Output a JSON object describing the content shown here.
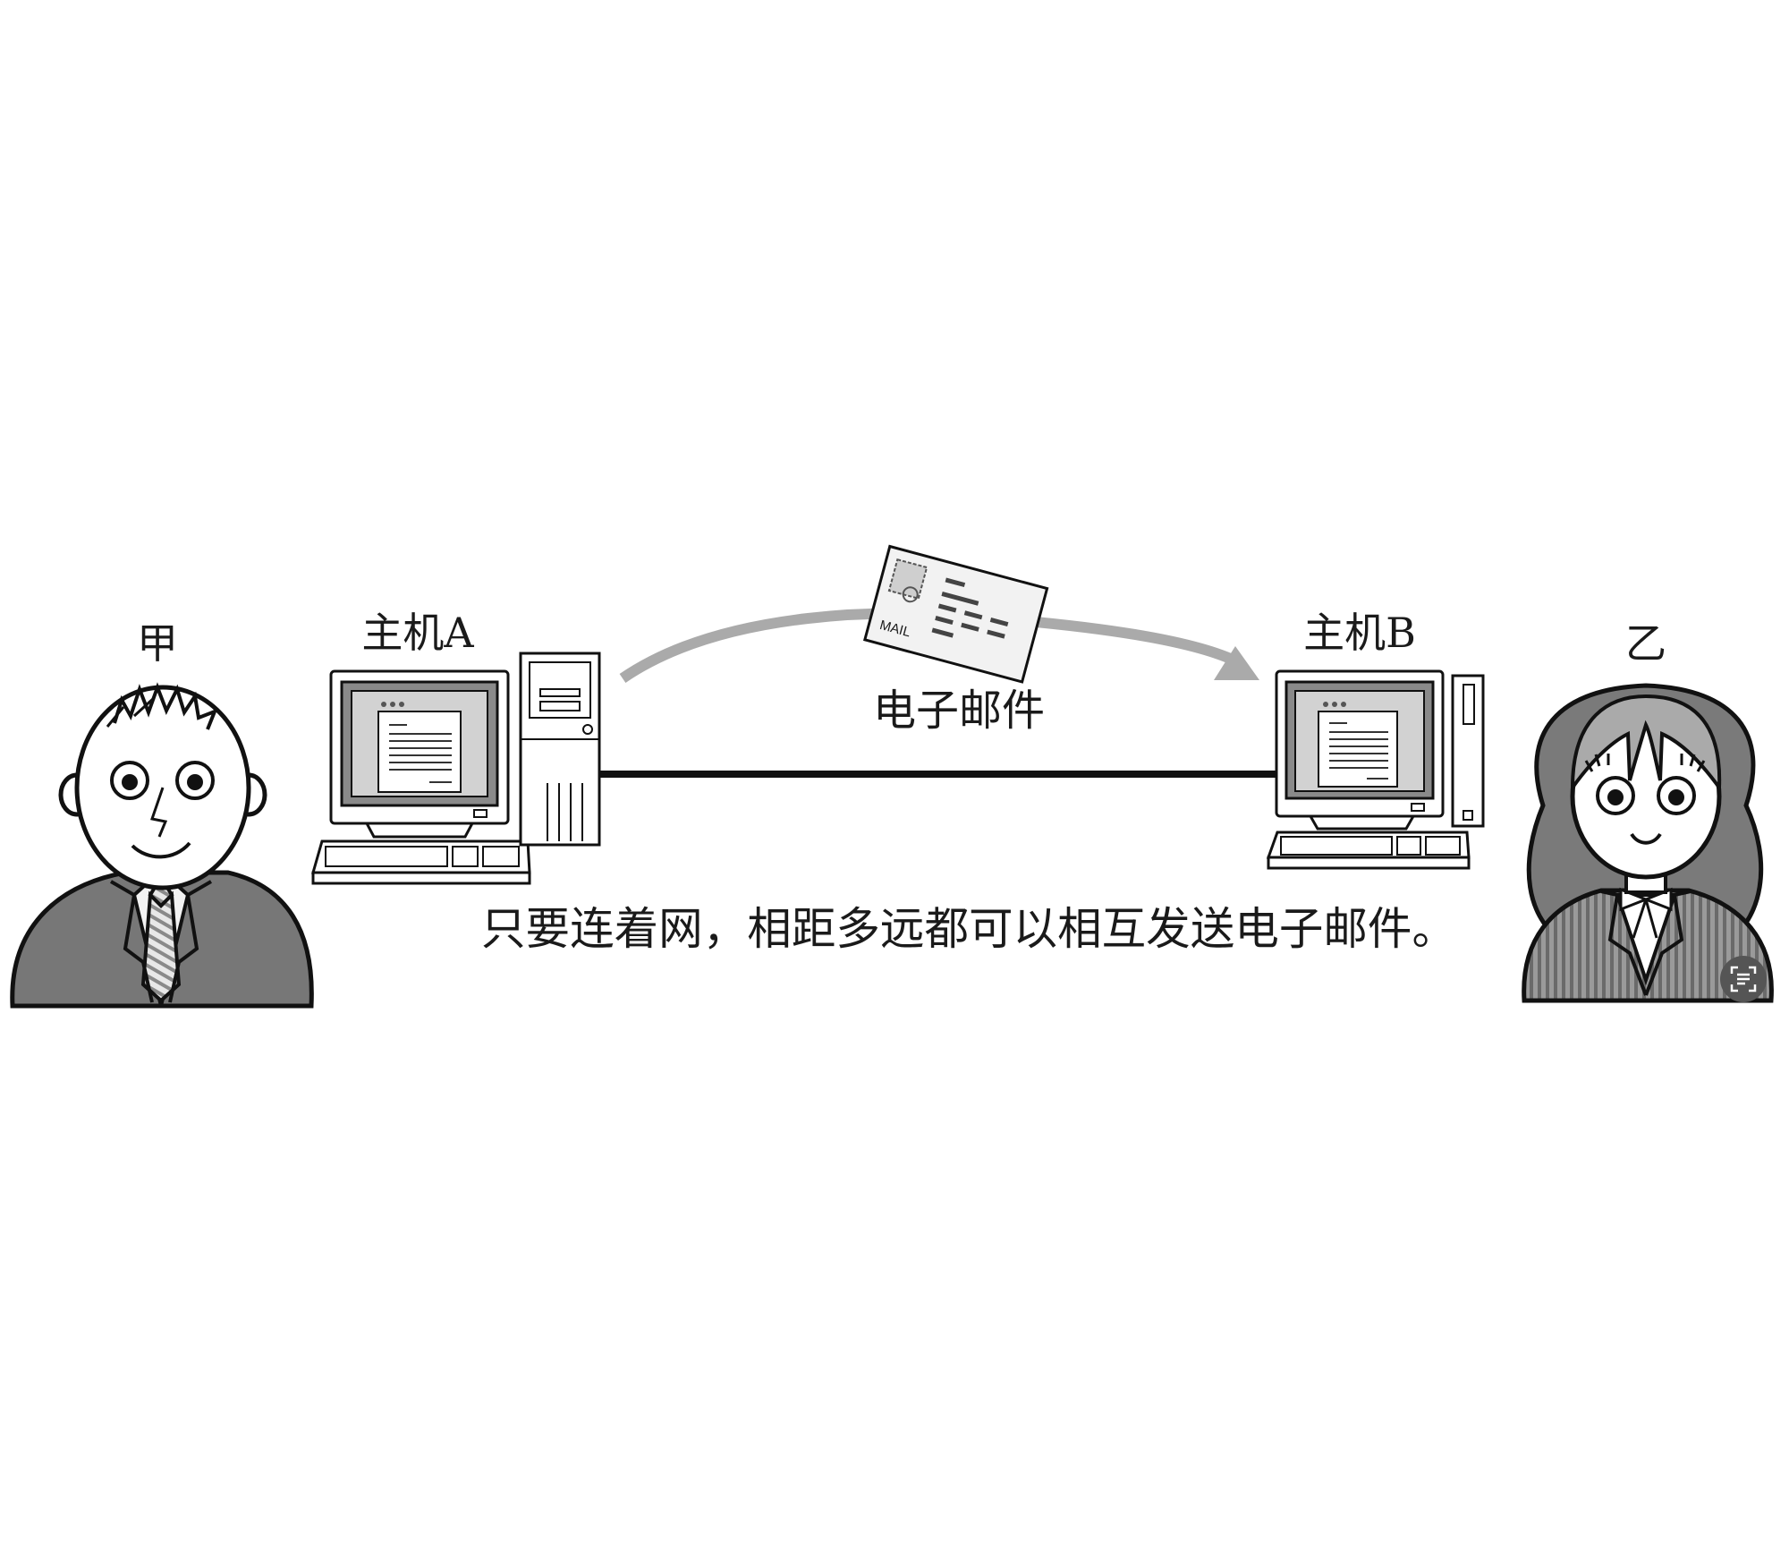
{
  "labels": {
    "person_a": "甲",
    "person_b": "乙",
    "host_a": "主机A",
    "host_b": "主机B",
    "email": "电子邮件",
    "envelope_text": "MAIL",
    "caption": "只要连着网，相距多远都可以相互发送电子邮件。"
  },
  "icons": {
    "corner_button": "scan-text-icon"
  }
}
